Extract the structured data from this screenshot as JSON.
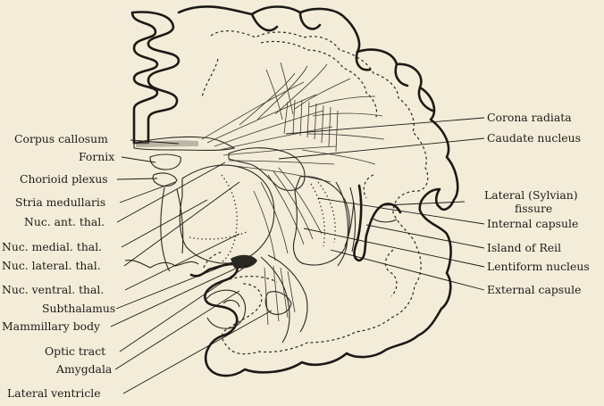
{
  "labels_left": [
    "Corpus callosum",
    "Fornix",
    "Chorioid plexus",
    "Stria medullaris",
    "Nuc. ant. thal.",
    "Nuc. medial. thal.",
    "Nuc. lateral. thal.",
    "Nuc. ventral. thal.",
    "Subthalamus",
    "Mammillary body",
    "Optic tract",
    "Amygdala",
    "Lateral ventricle"
  ],
  "labels_right": [
    "Corona radiata",
    "Caudate nucleus",
    "Lateral (Sylvian)",
    "fissure",
    "Internal capsule",
    "Island of Reil",
    "Lentiform nucleus",
    "External capsule"
  ]
}
